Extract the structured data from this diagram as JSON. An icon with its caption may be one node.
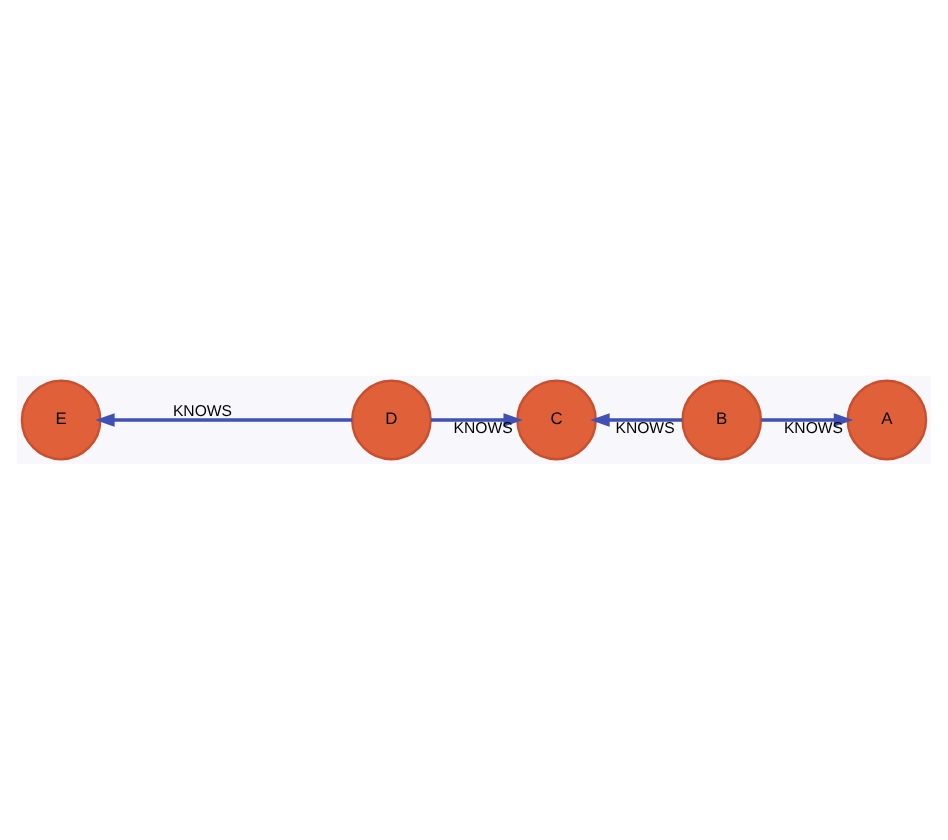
{
  "diagram": {
    "nodes": [
      {
        "text": [
          "D"
        ]
      },
      {
        "text": [
          "C"
        ]
      },
      {
        "text": [
          "E"
        ]
      },
      {
        "text": [
          "B"
        ]
      },
      {
        "text": [
          "A"
        ]
      }
    ],
    "edges": [
      {
        "from": 0,
        "to": 1,
        "arrow": "to",
        "label": "KNOWS"
      },
      {
        "from": 0,
        "to": 2,
        "arrow": "to",
        "label": "KNOWS"
      },
      {
        "from": 3,
        "to": 1,
        "arrow": "to",
        "label": "KNOWS"
      },
      {
        "from": 3,
        "to": 4,
        "arrow": "to",
        "label": "KNOWS"
      }
    ]
  }
}
